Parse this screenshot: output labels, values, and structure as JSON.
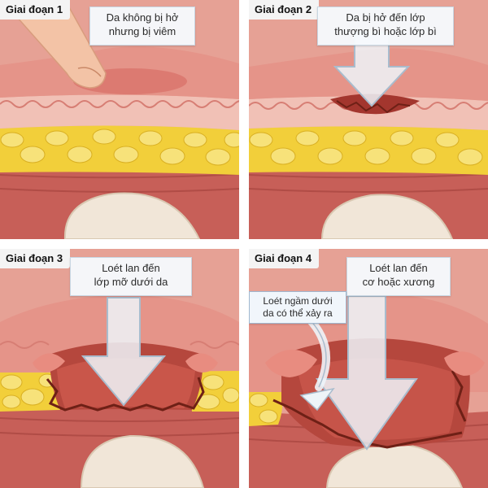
{
  "stages": [
    {
      "label": "Giai đoạn 1",
      "callout": [
        "Da không bị hở",
        "nhưng bị viêm"
      ]
    },
    {
      "label": "Giai đoạn 2",
      "callout": [
        "Da bị hở đến lớp",
        "thượng bì hoặc lớp bì"
      ]
    },
    {
      "label": "Giai đoạn 3",
      "callout": [
        "Loét lan đến",
        "lớp mỡ dưới da"
      ]
    },
    {
      "label": "Giai đoạn 4",
      "callout": [
        "Loét lan đến",
        "cơ hoặc xương"
      ],
      "secondary_callout": [
        "Loét ngầm dưới",
        "da có thể xảy ra"
      ]
    }
  ],
  "colors": {
    "skin": "#e7a196",
    "skin_light": "#f2c6bd",
    "fat": "#f3d33e",
    "muscle": "#c9625a",
    "bone": "#f1e6d8",
    "wound": "#7a3020",
    "arrow": "#eef4f9"
  }
}
